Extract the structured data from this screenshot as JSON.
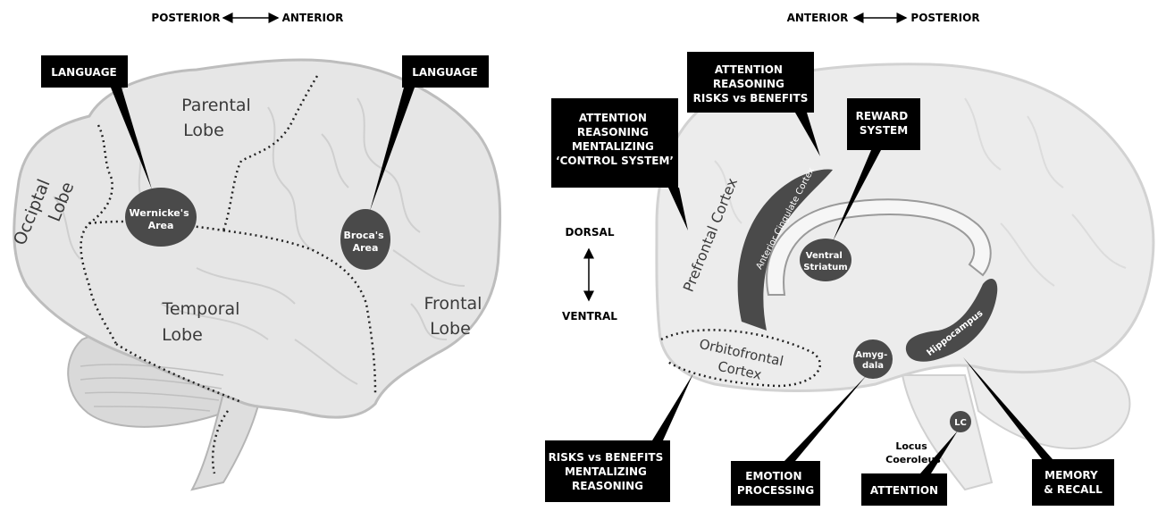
{
  "lateral_view": {
    "orientation": {
      "left": "POSTERIOR",
      "right": "ANTERIOR"
    },
    "lobes": {
      "parietal": [
        "Parental",
        "Lobe"
      ],
      "occipital": [
        "Occiptal",
        "Lobe"
      ],
      "temporal": [
        "Temporal",
        "Lobe"
      ],
      "frontal": [
        "Frontal",
        "Lobe"
      ]
    },
    "areas": {
      "wernicke": [
        "Wernicke's",
        "Area"
      ],
      "broca": [
        "Broca's",
        "Area"
      ]
    },
    "callouts": {
      "wernicke_function": "LANGUAGE",
      "broca_function": "LANGUAGE"
    }
  },
  "medial_view": {
    "orientation": {
      "left": "ANTERIOR",
      "right": "POSTERIOR"
    },
    "axis": {
      "top": "DORSAL",
      "bottom": "VENTRAL"
    },
    "regions": {
      "prefrontal": "Prefrontal Cortex",
      "orbitofrontal": [
        "Orbitofrontal",
        "Cortex"
      ],
      "anterior_cingulate": "Anterior Cingulate Cortex",
      "ventral_striatum": [
        "Ventral",
        "Striatum"
      ],
      "amygdala": [
        "Amyg-",
        "dala"
      ],
      "hippocampus": "Hippocampus",
      "lc": "LC",
      "locus_coeruleus": [
        "Locus",
        "Coeroleus"
      ]
    },
    "callouts": {
      "acc": [
        "ATTENTION",
        "REASONING",
        "RISKS vs BENEFITS"
      ],
      "prefrontal": [
        "ATTENTION",
        "REASONING",
        "MENTALIZING",
        "‘CONTROL SYSTEM’"
      ],
      "reward": [
        "REWARD",
        "SYSTEM"
      ],
      "orbitofrontal": [
        "RISKS vs BENEFITS",
        "MENTALIZING",
        "REASONING"
      ],
      "amygdala": [
        "EMOTION",
        "PROCESSING"
      ],
      "lc": "ATTENTION",
      "hippocampus": [
        "MEMORY",
        "& RECALL"
      ]
    }
  },
  "colors": {
    "brain_fill": "#e6e6e6",
    "brain_stroke": "#bdbdbd",
    "dark_region": "#4a4a4a",
    "callout_bg": "#000000",
    "callout_text": "#ffffff",
    "label_text": "#3a3a3a"
  }
}
